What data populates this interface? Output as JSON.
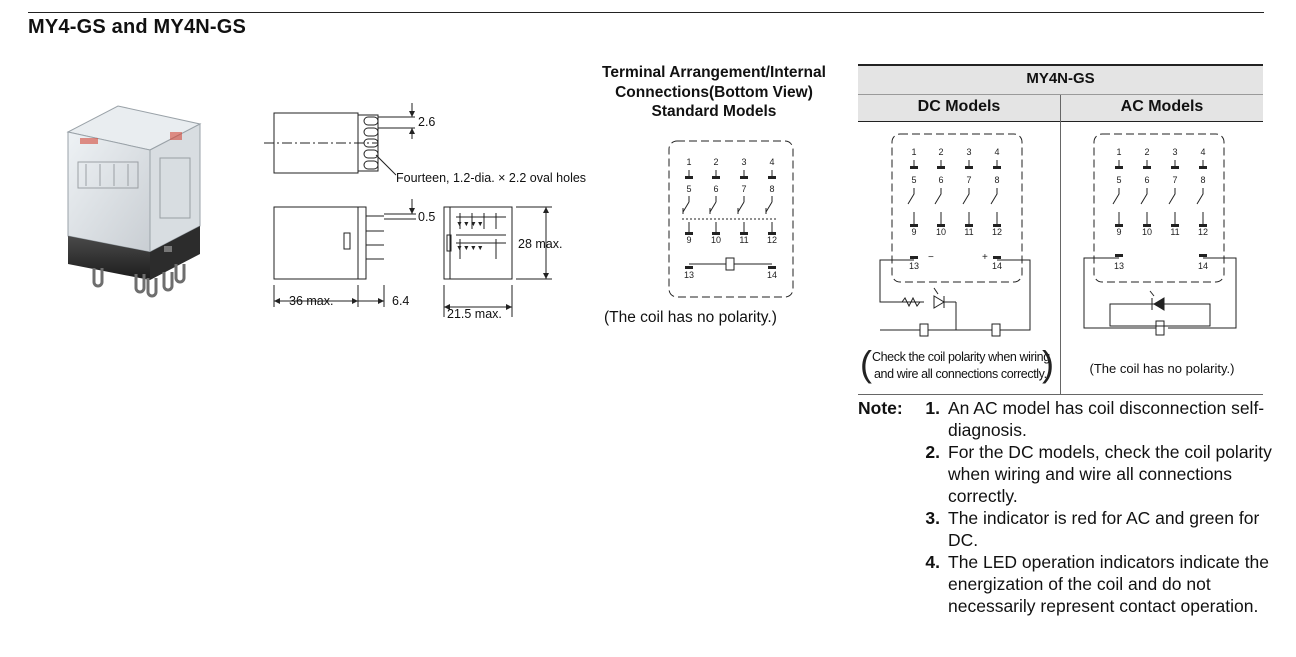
{
  "header": {
    "title": "MY4-GS and MY4N-GS"
  },
  "dimensions": {
    "pitch_top": "2.6",
    "holes_note": "Fourteen, 1.2-dia. × 2.2 oval holes",
    "pin_offset": "0.5",
    "height_max": "28 max.",
    "length_max": "36 max.",
    "pin_length": "6.4",
    "width_max": "21.5 max."
  },
  "standard": {
    "heading_lines": [
      "Terminal Arrangement/Internal",
      "Connections(Bottom View)",
      "Standard Models"
    ],
    "polarity_note": "(The coil has no polarity.)",
    "terminals_top": [
      "1",
      "2",
      "3",
      "4"
    ],
    "terminals_mid": [
      "5",
      "6",
      "7",
      "8"
    ],
    "terminals_bot": [
      "9",
      "10",
      "11",
      "12"
    ],
    "coil_terminals": [
      "13",
      "14"
    ]
  },
  "my4n": {
    "title": "MY4N-GS",
    "dc_label": "DC Models",
    "ac_label": "AC Models",
    "dc_plus": "+",
    "dc_minus": "−",
    "dc_note_lines": [
      "Check the coil polarity when wiring",
      "and wire all connections correctly."
    ],
    "ac_note": "(The coil has no polarity.)"
  },
  "notes": {
    "label": "Note:",
    "items": [
      {
        "num": "1.",
        "text": "An AC model has coil disconnection self-diagnosis."
      },
      {
        "num": "2.",
        "text": "For the DC models, check the coil polarity when wiring and wire all connections correctly."
      },
      {
        "num": "3.",
        "text": "The indicator is red for AC and green for DC."
      },
      {
        "num": "4.",
        "text": "The LED operation indicators indicate the energization of the coil and do not necessarily represent contact operation."
      }
    ]
  }
}
